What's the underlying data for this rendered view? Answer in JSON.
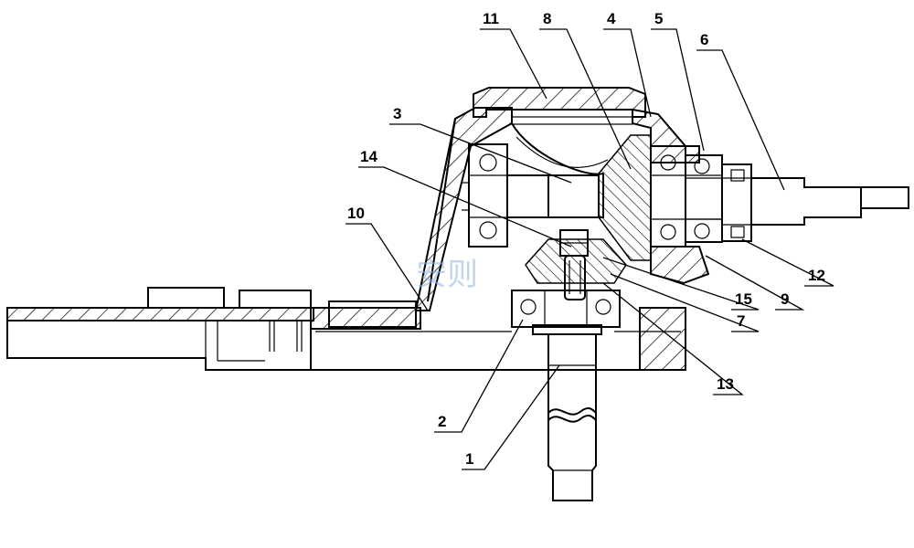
{
  "watermark": "安则",
  "callouts": [
    {
      "id": "11",
      "text": "11"
    },
    {
      "id": "8",
      "text": "8"
    },
    {
      "id": "4",
      "text": "4"
    },
    {
      "id": "5",
      "text": "5"
    },
    {
      "id": "6",
      "text": "6"
    },
    {
      "id": "3",
      "text": "3"
    },
    {
      "id": "14",
      "text": "14"
    },
    {
      "id": "10",
      "text": "10"
    },
    {
      "id": "12",
      "text": "12"
    },
    {
      "id": "15",
      "text": "15"
    },
    {
      "id": "9",
      "text": "9"
    },
    {
      "id": "7",
      "text": "7"
    },
    {
      "id": "13",
      "text": "13"
    },
    {
      "id": "2",
      "text": "2"
    },
    {
      "id": "1",
      "text": "1"
    }
  ]
}
